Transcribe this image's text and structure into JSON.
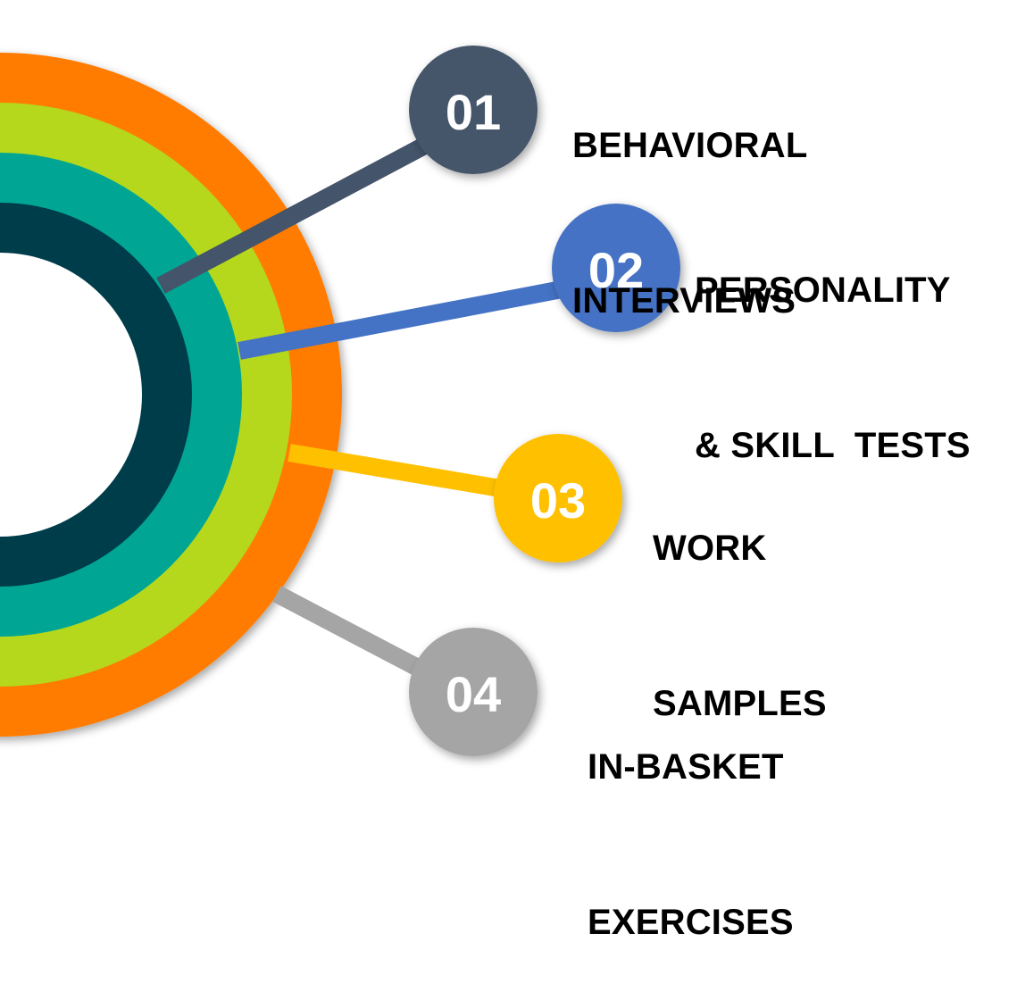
{
  "items": [
    {
      "number": "01",
      "line1": "BEHAVIORAL",
      "line2": "INTERVIEWS",
      "color": "#44546a"
    },
    {
      "number": "02",
      "line1": "PERSONALITY",
      "line2": "& SKILL  TESTS",
      "color": "#4472c4"
    },
    {
      "number": "03",
      "line1": "WORK",
      "line2": "SAMPLES",
      "color": "#ffc000"
    },
    {
      "number": "04",
      "line1": "IN-BASKET",
      "line2": "EXERCISES",
      "color": "#a5a5a5"
    }
  ],
  "rings": {
    "outer": "#ff7c00",
    "second": "#b5d81a",
    "third": "#00a693",
    "inner": "#003c4c"
  }
}
